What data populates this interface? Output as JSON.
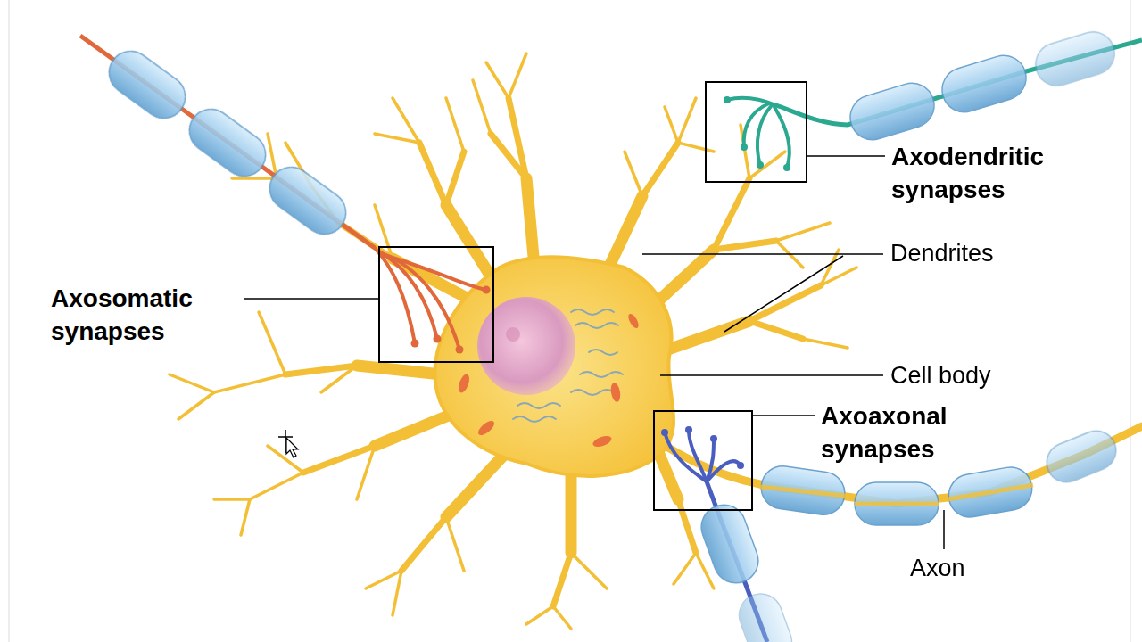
{
  "diagram": {
    "labels": [
      "Axodendritic synapses",
      "Dendrites",
      "Axosomatic synapses",
      "Cell body",
      "Axoaxonal synapses",
      "Axon"
    ]
  }
}
